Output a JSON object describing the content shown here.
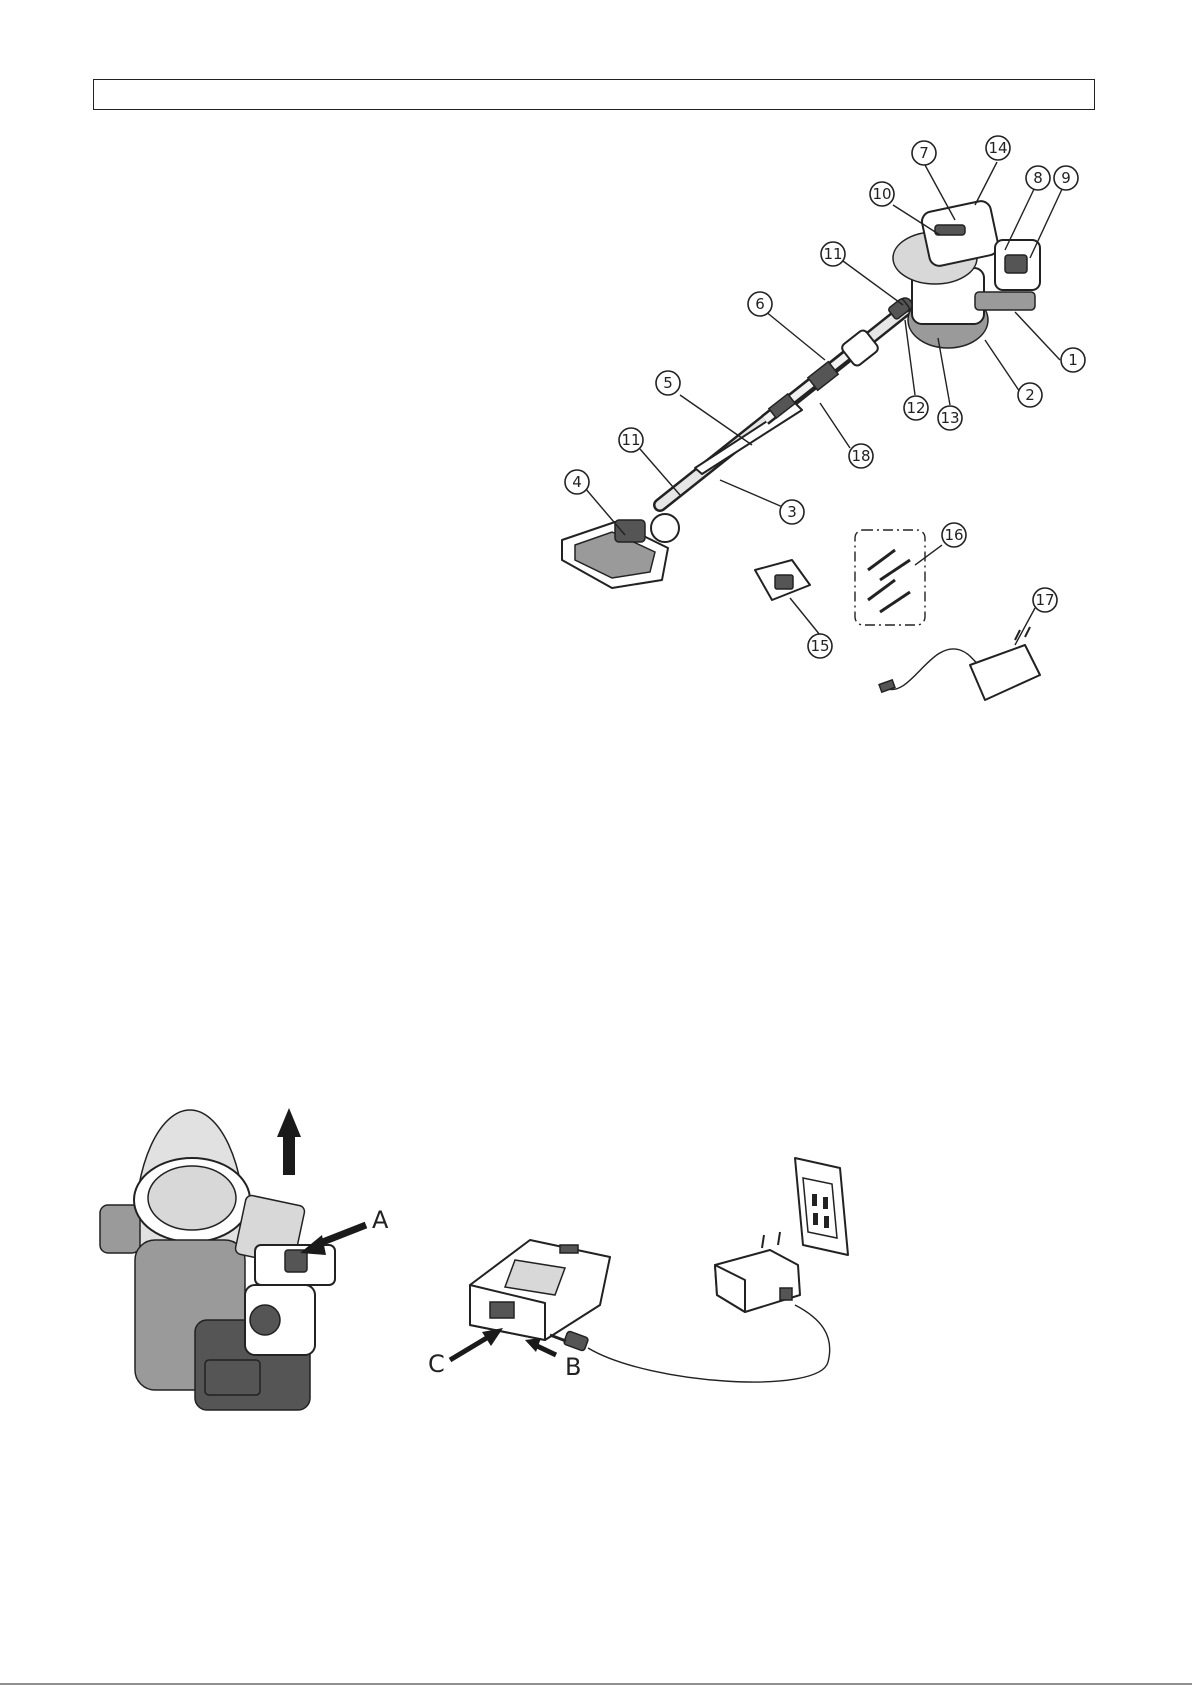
{
  "header": {
    "text": ""
  },
  "callouts": [
    "1",
    "2",
    "3",
    "4",
    "5",
    "6",
    "7",
    "8",
    "9",
    "10",
    "11",
    "11",
    "12",
    "13",
    "14",
    "15",
    "16",
    "17",
    "18"
  ],
  "figure2": {
    "label_a": "A"
  },
  "figure3": {
    "label_b": "B",
    "label_c": "C"
  }
}
